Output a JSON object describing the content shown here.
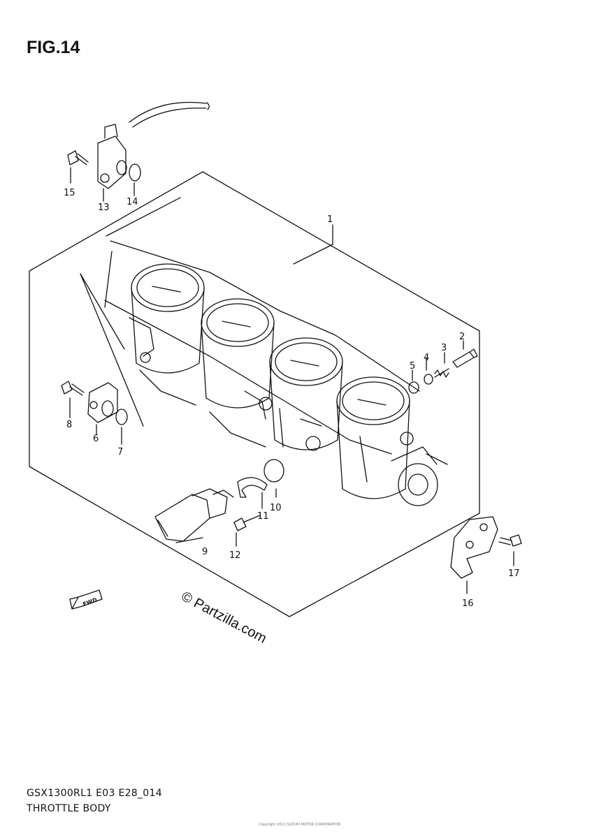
{
  "figure": {
    "title": "FIG.14",
    "footer_code": "GSX1300RL1 E03 E28_014",
    "footer_name": "THROTTLE BODY",
    "watermark": "© Partzilla.com",
    "fwd_label": "FWD",
    "tiny_print": "Copyright 2011 SUZUKI MOTOR CORPORATION"
  },
  "callouts": [
    "1",
    "2",
    "3",
    "4",
    "5",
    "6",
    "7",
    "8",
    "9",
    "10",
    "11",
    "12",
    "13",
    "14",
    "15",
    "16",
    "17"
  ]
}
